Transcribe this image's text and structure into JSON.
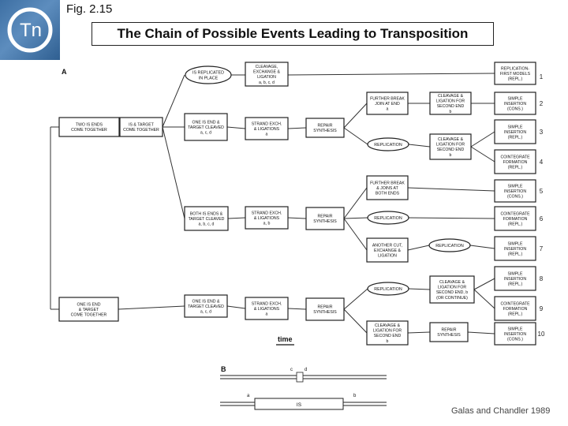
{
  "figure_label": "Fig. 2.15",
  "title": "The Chain of Possible Events Leading to Transposition",
  "logo_text": "Tn",
  "credit": "Galas and Chandler 1989",
  "panel_a_label": "A",
  "panel_b_label": "B",
  "time_label": "time",
  "panel_b": {
    "c": "c",
    "d": "d",
    "a": "a",
    "b": "b",
    "is": "IS"
  },
  "boxes": {
    "two_ends": [
      "TWO IS ENDS",
      "COME TOGETHER"
    ],
    "is_target": [
      "IS & TARGET",
      "COME TOGETHER"
    ],
    "one_end": [
      "ONE IS END",
      "& TARGET",
      "COME TOGETHER"
    ],
    "one_cleaved_1": [
      "ONE IS END &",
      "TARGET CLEAVED",
      "a, c, d"
    ],
    "both_cleaved": [
      "BOTH IS ENDS &",
      "TARGET CLEAVED",
      "a, b, c, d"
    ],
    "one_cleaved_2": [
      "ONE IS END &",
      "TARGET CLEAVED",
      "a, c, d"
    ],
    "cleavage_top": [
      "CLEAVAGE,",
      "EXCHANGE &",
      "LIGATION",
      "a, b, c, d"
    ],
    "strand_1": [
      "STRAND EXCH.",
      "& LIGATIONS",
      "a"
    ],
    "strand_2": [
      "STRAND EXCH.",
      "& LIGATIONS",
      "a, b"
    ],
    "strand_3": [
      "STRAND EXCH.",
      "& LIGATIONS",
      "a"
    ],
    "repair_1": [
      "REPAIR",
      "SYNTHESIS"
    ],
    "repair_2": [
      "REPAIR",
      "SYNTHESIS"
    ],
    "repair_3": [
      "REPAIR",
      "SYNTHESIS"
    ],
    "further_join": [
      "FURTHER BREAK",
      "JOIN AT END",
      "a"
    ],
    "further_both": [
      "FURTHER BREAK",
      "& JOINS AT",
      "BOTH ENDS"
    ],
    "another_cut": [
      "ANOTHER CUT,",
      "EXCHANGE &",
      "LIGATION"
    ],
    "cleavage_lig_1": [
      "CLEAVAGE &",
      "LIGATION FOR",
      "SECOND END",
      "b"
    ],
    "cleavage_lig_2": [
      "CLEAVAGE &",
      "LIGATION FOR",
      "SECOND END",
      "b"
    ],
    "cleavage_lig_3": [
      "CLEAVAGE &",
      "LIGATION FOR",
      "SECOND END, b",
      "(OR CONTINUE)"
    ],
    "cleavage_lig_4": [
      "CLEAVAGE &",
      "LIGATION FOR",
      "SECOND END",
      "b"
    ],
    "repair_4": [
      "REPAIR",
      "SYNTHESIS"
    ],
    "out_1": [
      "REPLICATION-",
      "FIRST MODELS",
      "(REPL.)"
    ],
    "out_2": [
      "SIMPLE",
      "INSERTION",
      "(CONS.)"
    ],
    "out_3": [
      "SIMPLE",
      "INSERTION",
      "(REPL.)"
    ],
    "out_4": [
      "COINTEGRATE",
      "FORMATION",
      "(REPL.)"
    ],
    "out_5": [
      "SIMPLE",
      "INSERTION",
      "(CONS.)"
    ],
    "out_6": [
      "COINTEGRATE",
      "FORMATION",
      "(REPL.)"
    ],
    "out_7": [
      "SIMPLE",
      "INSERTION",
      "(REPL.)"
    ],
    "out_8": [
      "SIMPLE",
      "INSERTION",
      "(REPL.)"
    ],
    "out_9": [
      "COINTEGRATE",
      "FORMATION",
      "(REPL.)"
    ],
    "out_10": [
      "SIMPLE",
      "INSERTION",
      "(CONS.)"
    ]
  },
  "ovals": {
    "is_replicated": [
      "IS REPLICATED",
      "IN PLACE"
    ],
    "replication_1": [
      "REPLICATION"
    ],
    "replication_2": [
      "REPLICATION"
    ],
    "replication_3": [
      "REPLICATION"
    ],
    "replication_4": [
      "REPLICATION"
    ]
  },
  "outcome_numbers": [
    "1",
    "2",
    "3",
    "4",
    "5",
    "6",
    "7",
    "8",
    "9",
    "10"
  ]
}
